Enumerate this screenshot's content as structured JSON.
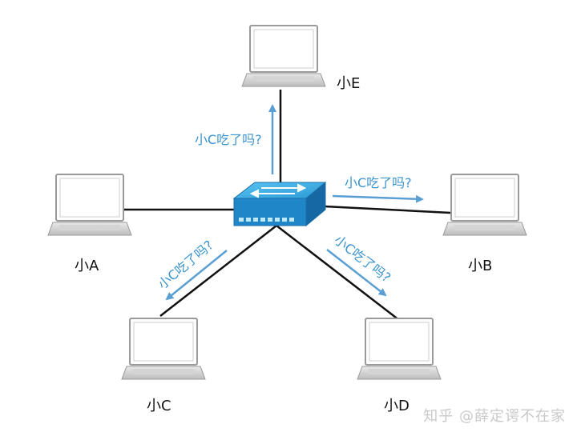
{
  "nodes": {
    "e": {
      "label": "小E"
    },
    "a": {
      "label": "小A"
    },
    "b": {
      "label": "小B"
    },
    "c": {
      "label": "小C"
    },
    "d": {
      "label": "小D"
    }
  },
  "messages": {
    "to_e": "小C吃了吗?",
    "to_b": "小C吃了吗?",
    "to_c": "小C吃了吗?",
    "to_d": "小C吃了吗?"
  },
  "watermark": "知乎 @薛定谔不在家",
  "colors": {
    "arrow": "#5a9fd4",
    "message_text": "#3a93cc",
    "link": "#111111",
    "switch_top": "#3fb0e8",
    "switch_front": "#1f7fc0"
  }
}
